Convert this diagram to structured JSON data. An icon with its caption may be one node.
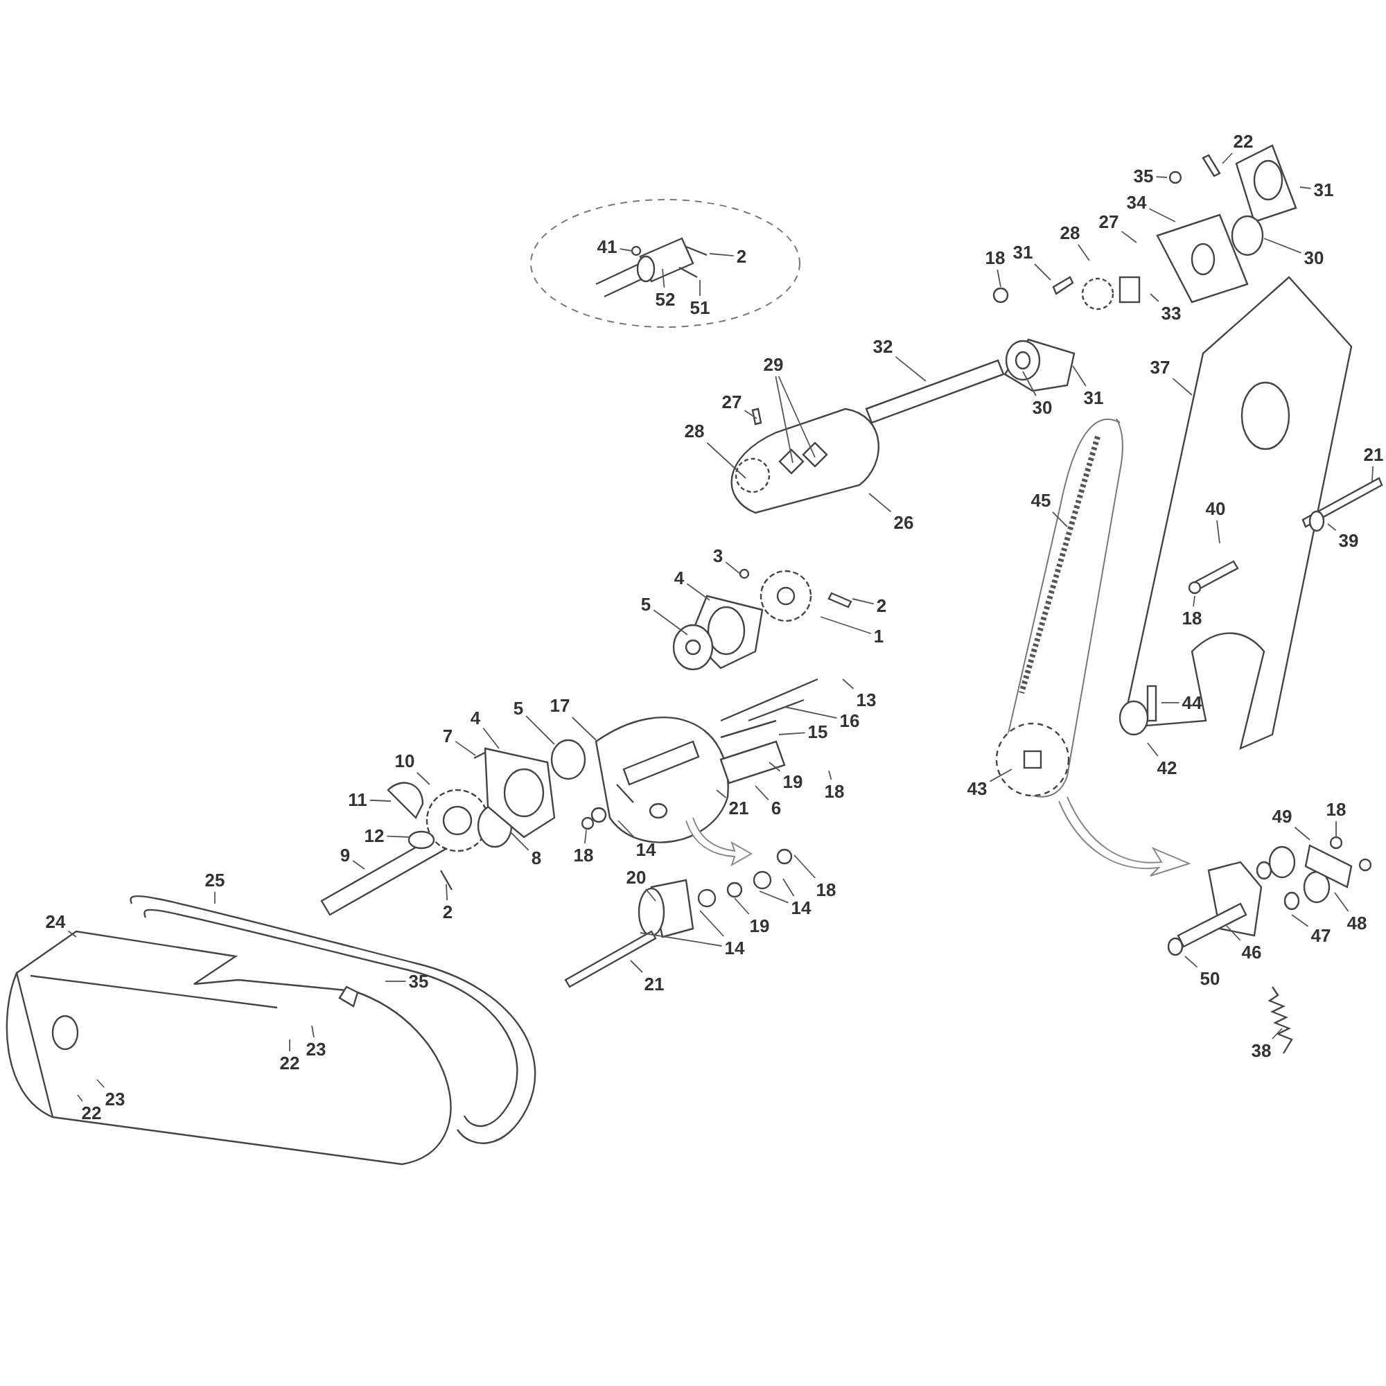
{
  "diagram": {
    "nodes": [
      {
        "text": [
          "41"
        ]
      },
      {
        "text": [
          "2"
        ]
      },
      {
        "text": [
          "52"
        ]
      },
      {
        "text": [
          "51"
        ]
      },
      {
        "text": [
          "35"
        ]
      },
      {
        "text": [
          "22"
        ]
      },
      {
        "text": [
          "31"
        ]
      },
      {
        "text": [
          "34"
        ]
      },
      {
        "text": [
          "30"
        ]
      },
      {
        "text": [
          "27"
        ]
      },
      {
        "text": [
          "28"
        ]
      },
      {
        "text": [
          "31"
        ]
      },
      {
        "text": [
          "18"
        ]
      },
      {
        "text": [
          "33"
        ]
      },
      {
        "text": [
          "32"
        ]
      },
      {
        "text": [
          "30"
        ]
      },
      {
        "text": [
          "31"
        ]
      },
      {
        "text": [
          "37"
        ]
      },
      {
        "text": [
          "29"
        ]
      },
      {
        "text": [
          "27"
        ]
      },
      {
        "text": [
          "28"
        ]
      },
      {
        "text": [
          "26"
        ]
      },
      {
        "text": [
          "45"
        ]
      },
      {
        "text": [
          "21"
        ]
      },
      {
        "text": [
          "39"
        ]
      },
      {
        "text": [
          "40"
        ]
      },
      {
        "text": [
          "3"
        ]
      },
      {
        "text": [
          "4"
        ]
      },
      {
        "text": [
          "5"
        ]
      },
      {
        "text": [
          "2"
        ]
      },
      {
        "text": [
          "1"
        ]
      },
      {
        "text": [
          "18"
        ]
      },
      {
        "text": [
          "17"
        ]
      },
      {
        "text": [
          "4"
        ]
      },
      {
        "text": [
          "5"
        ]
      },
      {
        "text": [
          "13"
        ]
      },
      {
        "text": [
          "16"
        ]
      },
      {
        "text": [
          "44"
        ]
      },
      {
        "text": [
          "15"
        ]
      },
      {
        "text": [
          "7"
        ]
      },
      {
        "text": [
          "10"
        ]
      },
      {
        "text": [
          "19"
        ]
      },
      {
        "text": [
          "18"
        ]
      },
      {
        "text": [
          "42"
        ]
      },
      {
        "text": [
          "43"
        ]
      },
      {
        "text": [
          "11"
        ]
      },
      {
        "text": [
          "21"
        ]
      },
      {
        "text": [
          "6"
        ]
      },
      {
        "text": [
          "49"
        ]
      },
      {
        "text": [
          "18"
        ]
      },
      {
        "text": [
          "14"
        ]
      },
      {
        "text": [
          "12"
        ]
      },
      {
        "text": [
          "8"
        ]
      },
      {
        "text": [
          "18"
        ]
      },
      {
        "text": [
          "9"
        ]
      },
      {
        "text": [
          "25"
        ]
      },
      {
        "text": [
          "20"
        ]
      },
      {
        "text": [
          "18"
        ]
      },
      {
        "text": [
          "14"
        ]
      },
      {
        "text": [
          "2"
        ]
      },
      {
        "text": [
          "24"
        ]
      },
      {
        "text": [
          "48"
        ]
      },
      {
        "text": [
          "19"
        ]
      },
      {
        "text": [
          "47"
        ]
      },
      {
        "text": [
          "14"
        ]
      },
      {
        "text": [
          "46"
        ]
      },
      {
        "text": [
          "50"
        ]
      },
      {
        "text": [
          "35"
        ]
      },
      {
        "text": [
          "21"
        ]
      },
      {
        "text": [
          "23"
        ]
      },
      {
        "text": [
          "22"
        ]
      },
      {
        "text": [
          "38"
        ]
      },
      {
        "text": [
          "23"
        ]
      },
      {
        "text": [
          "22"
        ]
      }
    ],
    "edges": [
      {
        "from": 0,
        "to": null,
        "arrow": "none"
      },
      {
        "from": 1,
        "to": null,
        "arrow": "none"
      },
      {
        "from": 2,
        "to": null,
        "arrow": "none"
      },
      {
        "from": 3,
        "to": null,
        "arrow": "none"
      },
      {
        "from": 4,
        "to": null,
        "arrow": "none"
      },
      {
        "from": 5,
        "to": null,
        "arrow": "none"
      },
      {
        "from": 6,
        "to": null,
        "arrow": "none"
      },
      {
        "from": 7,
        "to": null,
        "arrow": "none"
      },
      {
        "from": 8,
        "to": null,
        "arrow": "none"
      },
      {
        "from": 9,
        "to": null,
        "arrow": "none"
      },
      {
        "from": 10,
        "to": null,
        "arrow": "none"
      },
      {
        "from": 11,
        "to": null,
        "arrow": "none"
      },
      {
        "from": 12,
        "to": null,
        "arrow": "none"
      },
      {
        "from": 13,
        "to": null,
        "arrow": "none"
      },
      {
        "from": 14,
        "to": null,
        "arrow": "none"
      },
      {
        "from": 15,
        "to": null,
        "arrow": "none"
      },
      {
        "from": 16,
        "to": null,
        "arrow": "none"
      },
      {
        "from": 17,
        "to": null,
        "arrow": "none"
      },
      {
        "from": 18,
        "to": null,
        "arrow": "none"
      },
      {
        "from": 18,
        "to": null,
        "arrow": "none"
      },
      {
        "from": 19,
        "to": null,
        "arrow": "none"
      },
      {
        "from": 20,
        "to": null,
        "arrow": "none"
      },
      {
        "from": 21,
        "to": null,
        "arrow": "none"
      },
      {
        "from": 22,
        "to": null,
        "arrow": "none"
      },
      {
        "from": 23,
        "to": null,
        "arrow": "none"
      },
      {
        "from": 24,
        "to": null,
        "arrow": "none"
      },
      {
        "from": 25,
        "to": null,
        "arrow": "none"
      },
      {
        "from": 26,
        "to": null,
        "arrow": "none"
      },
      {
        "from": 27,
        "to": null,
        "arrow": "none"
      },
      {
        "from": 28,
        "to": null,
        "arrow": "none"
      },
      {
        "from": 29,
        "to": null,
        "arrow": "none"
      },
      {
        "from": 30,
        "to": null,
        "arrow": "none"
      },
      {
        "from": 31,
        "to": null,
        "arrow": "none"
      },
      {
        "from": 32,
        "to": null,
        "arrow": "none"
      },
      {
        "from": 33,
        "to": null,
        "arrow": "none"
      },
      {
        "from": 34,
        "to": null,
        "arrow": "none"
      },
      {
        "from": 35,
        "to": null,
        "arrow": "none"
      },
      {
        "from": 36,
        "to": null,
        "arrow": "none"
      },
      {
        "from": 37,
        "to": null,
        "arrow": "none"
      },
      {
        "from": 38,
        "to": null,
        "arrow": "none"
      },
      {
        "from": 39,
        "to": null,
        "arrow": "none"
      },
      {
        "from": 40,
        "to": null,
        "arrow": "none"
      },
      {
        "from": 41,
        "to": null,
        "arrow": "none"
      },
      {
        "from": 42,
        "to": null,
        "arrow": "none"
      },
      {
        "from": 43,
        "to": null,
        "arrow": "none"
      },
      {
        "from": 44,
        "to": null,
        "arrow": "none"
      },
      {
        "from": 45,
        "to": null,
        "arrow": "none"
      },
      {
        "from": 46,
        "to": null,
        "arrow": "none"
      },
      {
        "from": 47,
        "to": null,
        "arrow": "none"
      },
      {
        "from": 48,
        "to": null,
        "arrow": "none"
      },
      {
        "from": 49,
        "to": null,
        "arrow": "none"
      },
      {
        "from": 50,
        "to": null,
        "arrow": "none"
      },
      {
        "from": 51,
        "to": null,
        "arrow": "none"
      },
      {
        "from": 52,
        "to": null,
        "arrow": "none"
      },
      {
        "from": 53,
        "to": null,
        "arrow": "none"
      },
      {
        "from": 54,
        "to": null,
        "arrow": "none"
      },
      {
        "from": 55,
        "to": null,
        "arrow": "none"
      },
      {
        "from": 56,
        "to": null,
        "arrow": "none"
      },
      {
        "from": 57,
        "to": null,
        "arrow": "none"
      },
      {
        "from": 58,
        "to": null,
        "arrow": "none"
      },
      {
        "from": 58,
        "to": null,
        "arrow": "none"
      },
      {
        "from": 59,
        "to": null,
        "arrow": "none"
      },
      {
        "from": 60,
        "to": null,
        "arrow": "none"
      },
      {
        "from": 61,
        "to": null,
        "arrow": "none"
      },
      {
        "from": 62,
        "to": null,
        "arrow": "none"
      },
      {
        "from": 63,
        "to": null,
        "arrow": "none"
      },
      {
        "from": 64,
        "to": null,
        "arrow": "none"
      },
      {
        "from": 64,
        "to": null,
        "arrow": "none"
      },
      {
        "from": 65,
        "to": null,
        "arrow": "none"
      },
      {
        "from": 66,
        "to": null,
        "arrow": "none"
      },
      {
        "from": 67,
        "to": null,
        "arrow": "none"
      },
      {
        "from": 68,
        "to": null,
        "arrow": "none"
      },
      {
        "from": 69,
        "to": null,
        "arrow": "none"
      },
      {
        "from": 70,
        "to": null,
        "arrow": "none"
      },
      {
        "from": 71,
        "to": null,
        "arrow": "none"
      },
      {
        "from": 72,
        "to": null,
        "arrow": "none"
      },
      {
        "from": 73,
        "to": null,
        "arrow": "none"
      }
    ]
  }
}
